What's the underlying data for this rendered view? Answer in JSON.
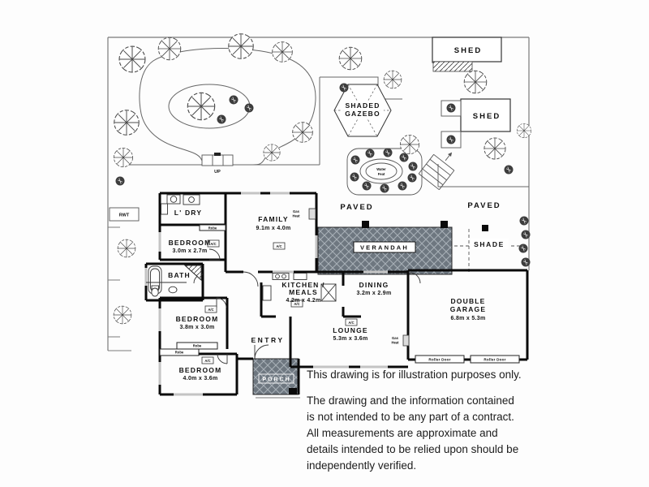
{
  "colors": {
    "verandah_fill": "#6e7780",
    "lattice_line": "#a7afb6",
    "wall": "#0a0a0a",
    "boundary_line": "#7a7a7a",
    "disclaimer_text": "#1c1c1c"
  },
  "rooms": {
    "ldry": {
      "name": "L' DRY"
    },
    "family": {
      "name": "FAMILY",
      "dims": "9.1m x 4.0m"
    },
    "bed1": {
      "name": "BEDROOM",
      "dims": "3.0m x 2.7m"
    },
    "bath": {
      "name": "BATH"
    },
    "kitchen": {
      "name": "KITCHEN /",
      "name2": "MEALS",
      "dims": "4.2m x 4.2m"
    },
    "dining": {
      "name": "DINING",
      "dims": "3.2m x 2.9m"
    },
    "lounge": {
      "name": "LOUNGE",
      "dims": "5.3m x 3.6m"
    },
    "entry": {
      "name": "ENTRY"
    },
    "bed2": {
      "name": "BEDROOM",
      "dims": "3.8m x 3.0m"
    },
    "bed3": {
      "name": "BEDROOM",
      "dims": "4.0m x 3.6m"
    },
    "garage": {
      "name": "DOUBLE",
      "name2": "GARAGE",
      "dims": "6.8m x 5.3m"
    },
    "verandah": {
      "name": "VERANDAH"
    },
    "porch": {
      "name": "PORCH"
    }
  },
  "outdoor": {
    "paved_left": "PAVED",
    "paved_right": "PAVED",
    "shade": "SHADE",
    "shed_top": "SHED",
    "shed_right": "SHED",
    "gazebo_line1": "SHADED",
    "gazebo_line2": "GAZEBO",
    "water_line1": "Water",
    "water_line2": "Feat",
    "up": "UP"
  },
  "fixtures": {
    "robe": "Robe",
    "ac": "A/C",
    "gas_line1": "Gas",
    "gas_line2": "Heat",
    "roller_door": "Roller Door",
    "tank": "RWT"
  },
  "disclaimer": {
    "line1": "This drawing is for illustration purposes only.",
    "body": "The drawing and the information contained\nis not intended to be any part of a contract.\nAll measurements are approximate and\ndetails intended to be relied upon should be\nindependently verified."
  }
}
